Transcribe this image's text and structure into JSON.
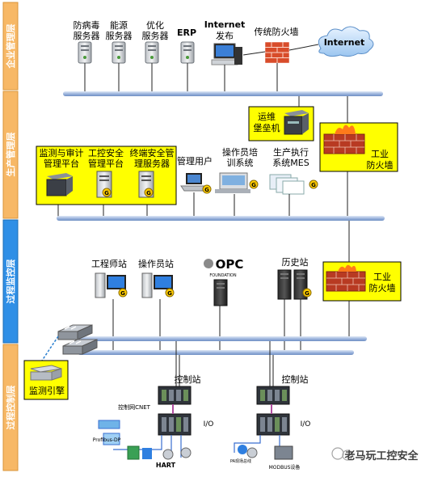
{
  "layers": {
    "enterprise": "企业管理层",
    "production": "生产管理层",
    "process_monitoring": "过程监控层",
    "process_control": "过程控制层"
  },
  "enterprise": {
    "antivirus": [
      "防病毒",
      "服务器"
    ],
    "energy": [
      "能源",
      "服务器"
    ],
    "optimize": [
      "优化",
      "服务器"
    ],
    "erp": "ERP",
    "internet_publish": [
      "Internet",
      "发布"
    ],
    "traditional_fw": "传统防火墙",
    "internet_cloud": "Internet"
  },
  "production": {
    "bastion": [
      "运维",
      "堡垒机"
    ],
    "firewall": [
      "工业",
      "防火墙"
    ],
    "monitor_audit": [
      "监测与审计",
      "管理平台"
    ],
    "ics_security": [
      "工控安全",
      "管理平台"
    ],
    "endpoint_security": [
      "终端安全管",
      "理服务器"
    ],
    "mgmt_user": "管理用户",
    "operator_training": [
      "操作员培",
      "训系统"
    ],
    "mes": [
      "生产执行",
      "系统MES"
    ],
    "badge": "G"
  },
  "monitoring": {
    "engineer": "工程师站",
    "operator": "操作员站",
    "opc": "OPC",
    "opc_sub": "FOUNDATION",
    "history": "历史站",
    "firewall": [
      "工业",
      "防火墙"
    ],
    "monitor_engine": "监测引擎"
  },
  "control": {
    "station1": "控制站",
    "station2": "控制站",
    "cnet": "控制网CNET",
    "io1": "I/O",
    "io2": "I/O",
    "profibus": "Profibus-DP",
    "hart": "HART",
    "pa": "PA现场总线",
    "modbus": "MODBUS设备"
  },
  "watermark": "老马玩工控安全",
  "colors": {
    "band_orange": "#f7b866",
    "band_blue": "#2f8fe6",
    "yellow_box": "#ffff00",
    "bus": "#b4c6e7",
    "fw_red": "#d84c2a"
  }
}
